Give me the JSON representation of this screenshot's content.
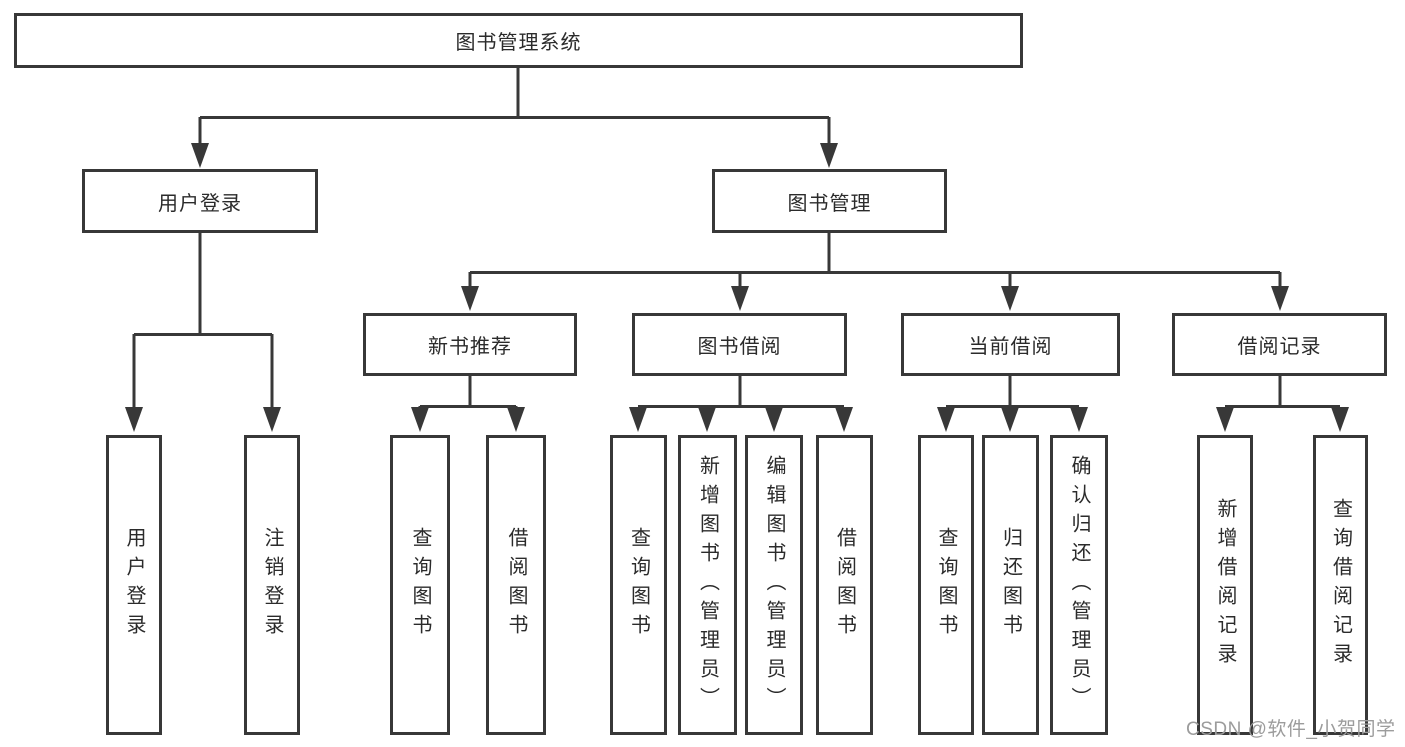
{
  "tree": {
    "root": {
      "label": "图书管理系统"
    },
    "branches": [
      {
        "label": "用户登录",
        "children": [
          {
            "label": "用户登录"
          },
          {
            "label": "注销登录"
          }
        ]
      },
      {
        "label": "图书管理",
        "children": [
          {
            "label": "新书推荐",
            "children": [
              {
                "label": "查询图书"
              },
              {
                "label": "借阅图书"
              }
            ]
          },
          {
            "label": "图书借阅",
            "children": [
              {
                "label": "查询图书"
              },
              {
                "label": "新增图书（管理员）"
              },
              {
                "label": "编辑图书（管理员）"
              },
              {
                "label": "借阅图书"
              }
            ]
          },
          {
            "label": "当前借阅",
            "children": [
              {
                "label": "查询图书"
              },
              {
                "label": "归还图书"
              },
              {
                "label": "确认归还（管理员）"
              }
            ]
          },
          {
            "label": "借阅记录",
            "children": [
              {
                "label": "新增借阅记录"
              },
              {
                "label": "查询借阅记录"
              }
            ]
          }
        ]
      }
    ]
  },
  "watermark": "CSDN @软件_小贺同学",
  "colors": {
    "line": "#383838",
    "text": "#2b2b2b",
    "watermark": "#9c9c9c",
    "background": "#ffffff"
  }
}
